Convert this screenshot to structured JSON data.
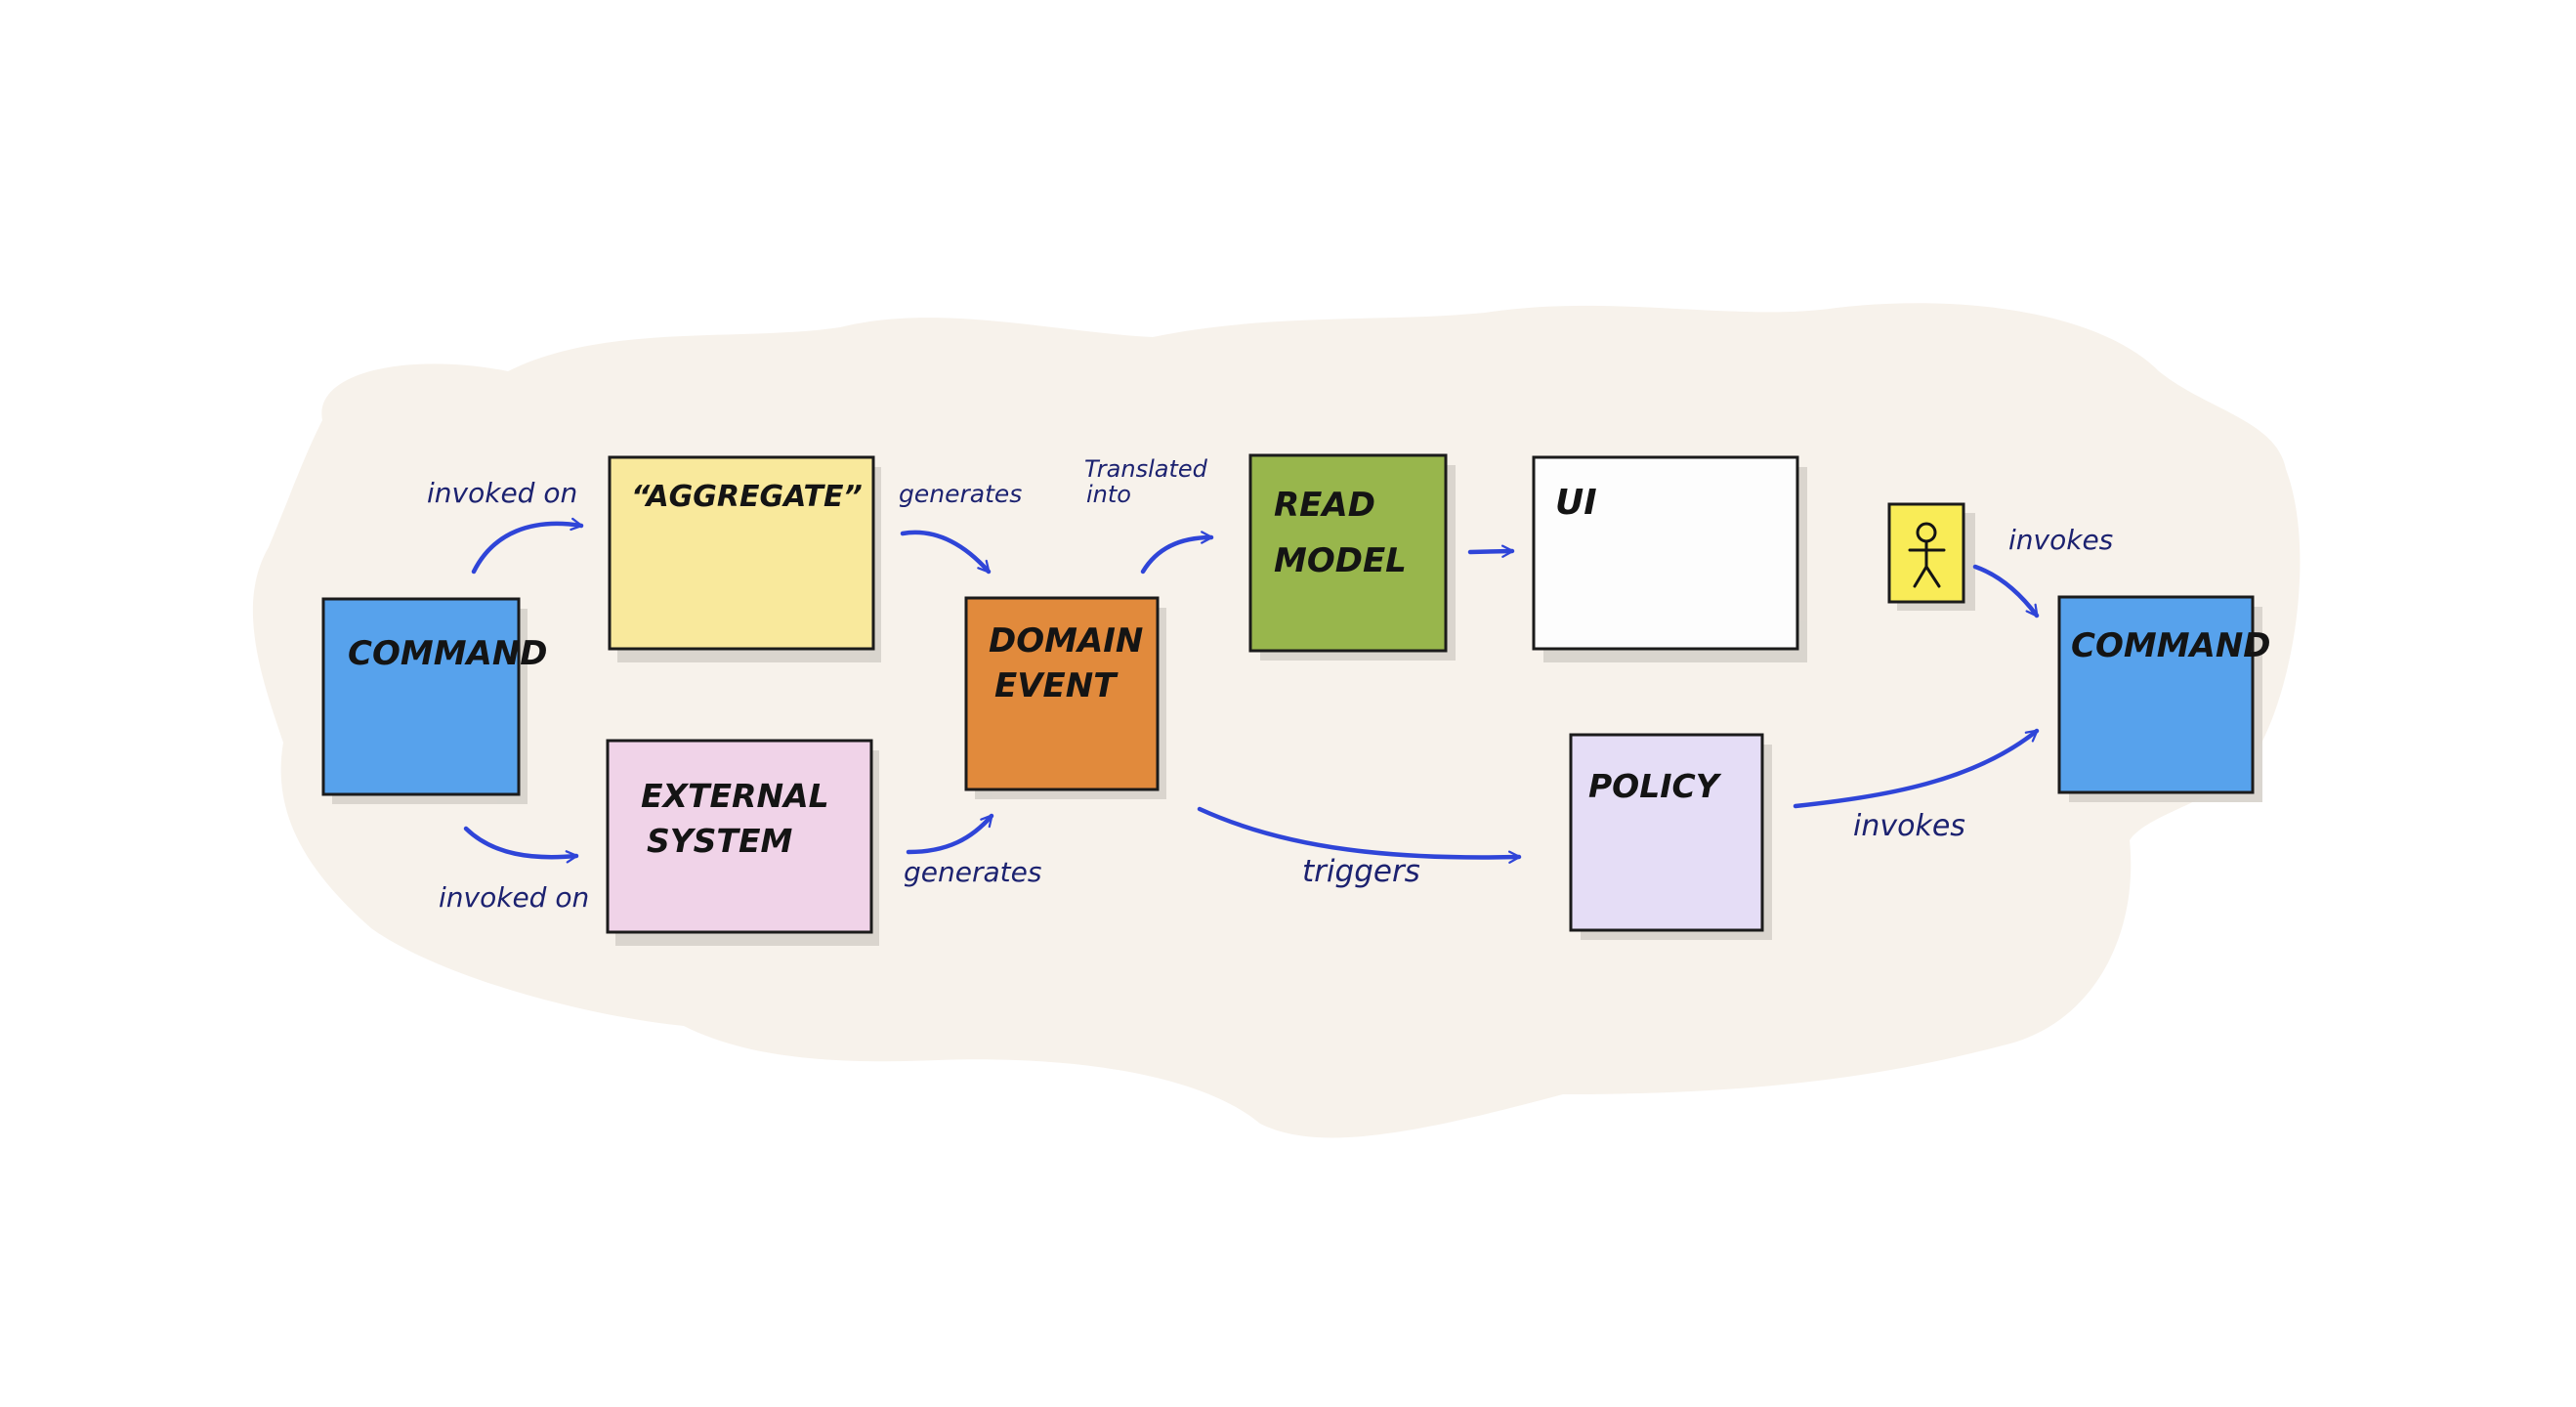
{
  "colors": {
    "background_blob": "#f7f2eb",
    "arrow": "#2f45d8",
    "label_text": "#1c2270",
    "outline": "#1b1b1b",
    "shadow": "#d6d2cb"
  },
  "notes": {
    "command_left": {
      "text": "COMMAND",
      "color": "#57a2ec"
    },
    "aggregate": {
      "text": "“AGGREGATE”",
      "color": "#f9e99c"
    },
    "external_system": {
      "line1": "EXTERNAL",
      "line2": "SYSTEM",
      "color": "#f0d3e8"
    },
    "domain_event": {
      "line1": "DOMAIN",
      "line2": "EVENT",
      "color": "#e18a3c"
    },
    "read_model": {
      "line1": "READ",
      "line2": "MODEL",
      "color": "#98b64c"
    },
    "ui": {
      "text": "UI",
      "color": "#fdfdfd"
    },
    "user": {
      "icon": "person-icon",
      "color": "#f9ec57"
    },
    "policy": {
      "text": "POLICY",
      "color": "#e5ddf6"
    },
    "command_right": {
      "text": "COMMAND",
      "color": "#57a2ec"
    }
  },
  "labels": {
    "invoked_on_top": "invoked on",
    "invoked_on_bottom": "invoked on",
    "generates_top": "generates",
    "generates_bottom": "generates",
    "translated_line1": "Translated",
    "translated_line2": "into",
    "triggers": "triggers",
    "invokes_user": "invokes",
    "invokes_policy": "invokes"
  }
}
